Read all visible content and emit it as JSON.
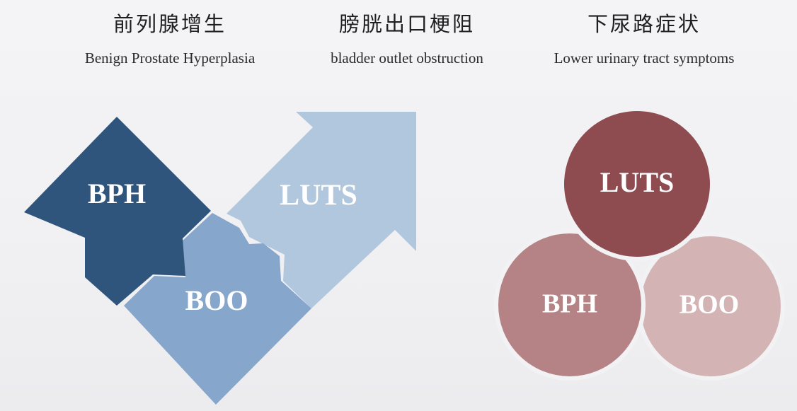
{
  "headers": [
    {
      "cn": "前列腺增生",
      "en": "Benign Prostate Hyperplasia"
    },
    {
      "cn": "膀胱出口梗阻",
      "en": "bladder outlet obstruction"
    },
    {
      "cn": "下尿路症状",
      "en": "Lower urinary tract symptoms"
    }
  ],
  "arrows": {
    "bph": "BPH",
    "boo": "BOO",
    "luts": "LUTS"
  },
  "circles": {
    "luts": "LUTS",
    "bph": "BPH",
    "boo": "BOO"
  },
  "colors": {
    "arrow_bph": "#2f557c",
    "arrow_boo": "#86a6cb",
    "arrow_luts": "#b1c7de",
    "circle_luts": "#8e4c51",
    "circle_bph": "#b58385",
    "circle_boo": "#d3b3b3"
  }
}
